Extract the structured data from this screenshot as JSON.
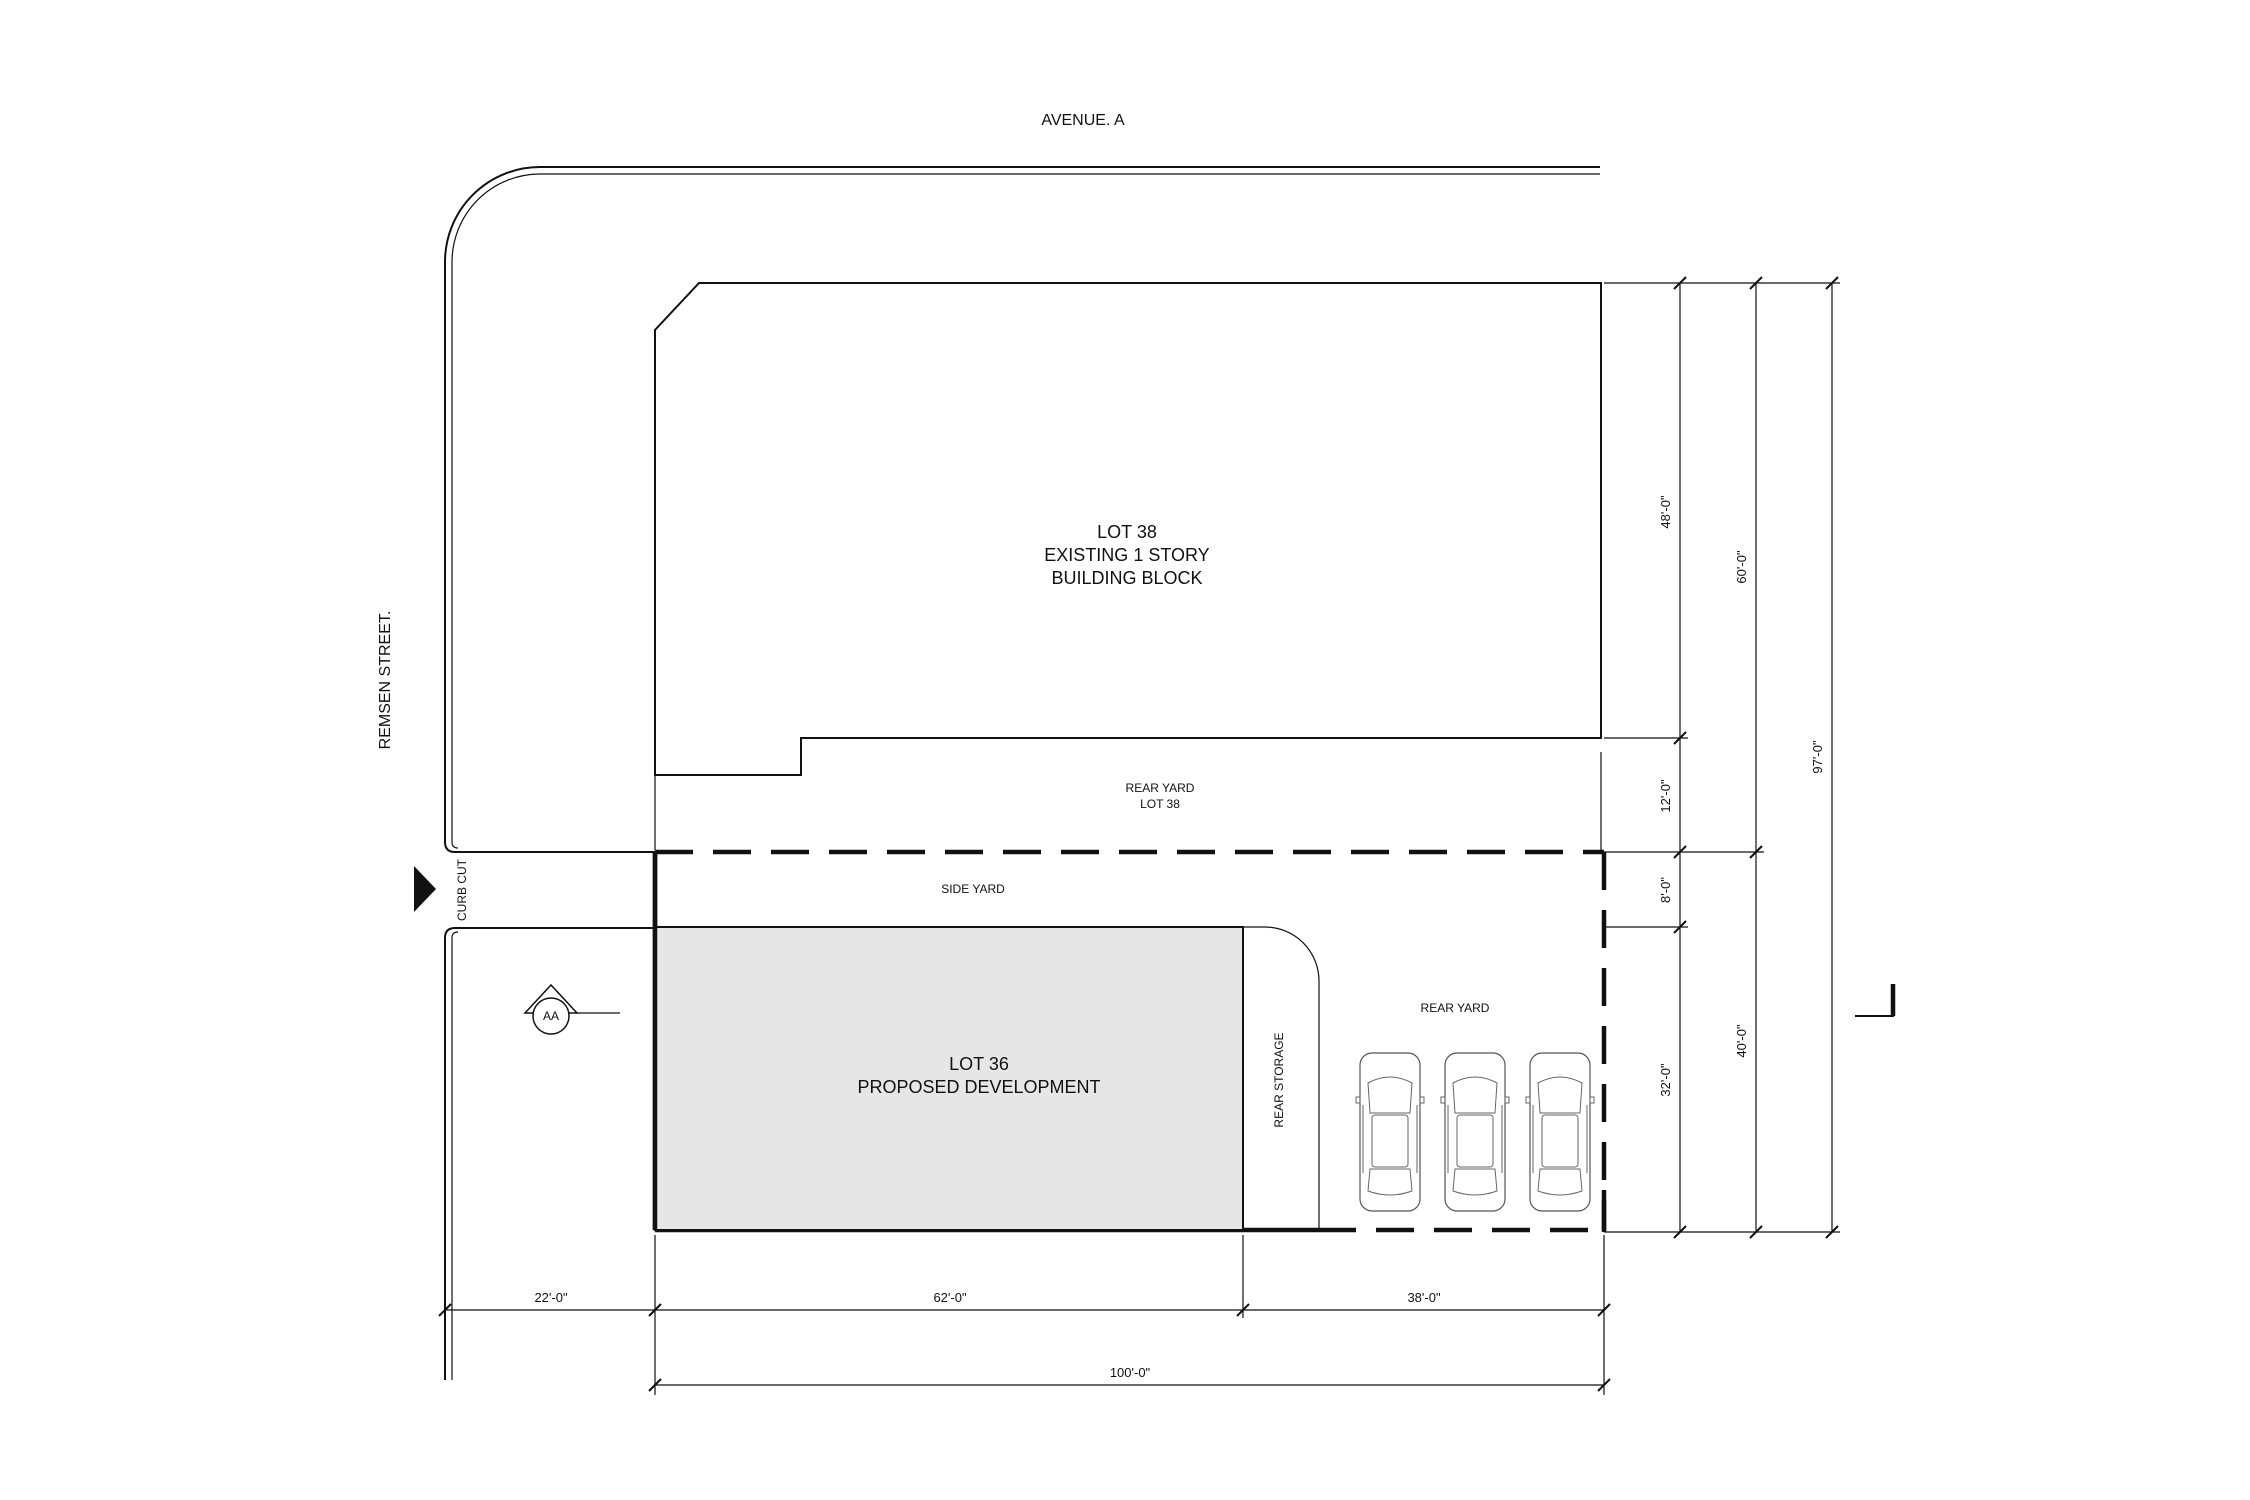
{
  "streets": {
    "top": "AVENUE. A",
    "left": "REMSEN STREET."
  },
  "lots": {
    "lot38": {
      "line1": "LOT 38",
      "line2": "EXISTING 1 STORY",
      "line3": "BUILDING BLOCK"
    },
    "lot36": {
      "line1": "LOT 36",
      "line2": "PROPOSED DEVELOPMENT"
    }
  },
  "yards": {
    "rear_lot38_line1": "REAR YARD",
    "rear_lot38_line2": "LOT 38",
    "side_yard": "SIDE YARD",
    "rear_yard": "REAR YARD",
    "rear_storage": "REAR STORAGE",
    "curb_cut": "CURB CUT"
  },
  "section_marker": "AA",
  "dimensions": {
    "bottom": {
      "d22": "22'-0\"",
      "d62": "62'-0\"",
      "d38": "38'-0\"",
      "d100": "100'-0\""
    },
    "right": {
      "d48": "48'-0\"",
      "d12": "12'-0\"",
      "d8": "8'-0\"",
      "d32": "32'-0\"",
      "d60": "60'-0\"",
      "d40": "40'-0\"",
      "d97": "97'-0\""
    }
  },
  "parking": {
    "car_count": 3
  },
  "colors": {
    "proposed_fill": "#e6e6e6",
    "line": "#111111"
  }
}
